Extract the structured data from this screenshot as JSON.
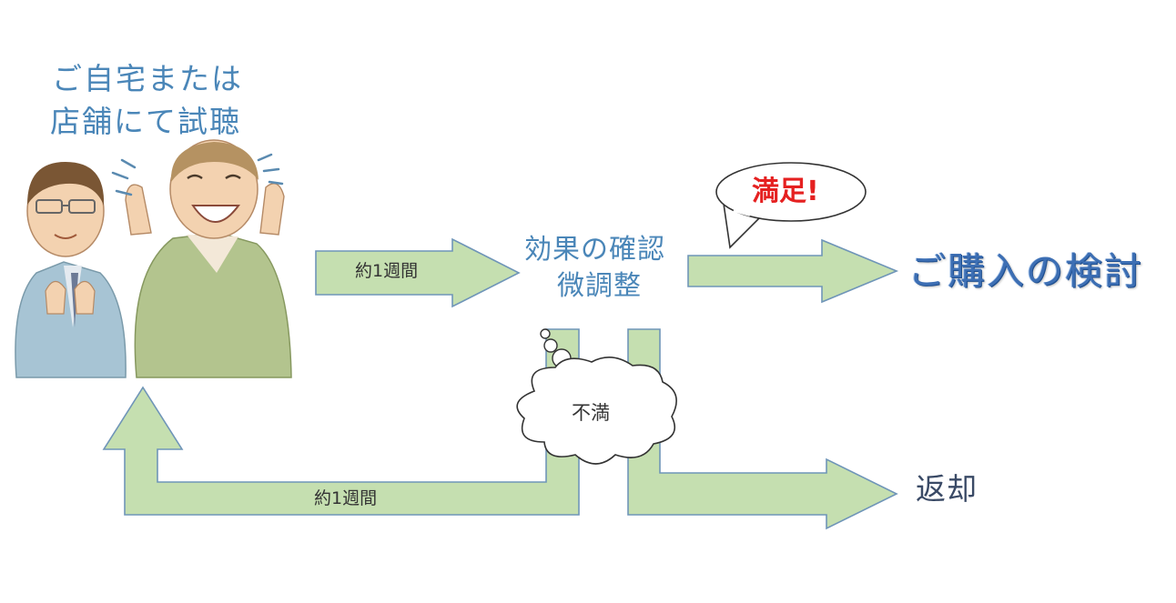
{
  "title": {
    "line1": "ご自宅または",
    "line2": "店舗にて試聴"
  },
  "arrow_top_label": "約1週間",
  "center": {
    "line1": "効果の確認",
    "line2": "微調整"
  },
  "satisfied_bubble": "満足!",
  "purchase_label": "ご購入の検討",
  "dissatisfied_cloud": "不満",
  "arrow_bottom_label": "約1週間",
  "return_label": "返却",
  "colors": {
    "arrow_fill": "#c5dfb0",
    "arrow_stroke": "#6f95b8",
    "title_text": "#4a86b8",
    "purchase_text": "#3d6fb4",
    "satisfied_text": "#e52020"
  }
}
